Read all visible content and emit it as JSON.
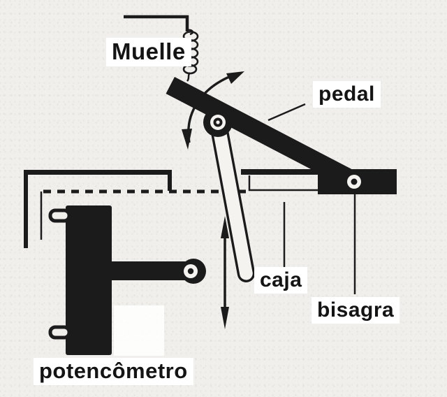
{
  "diagram": {
    "name": "pedal-potentiometer-mechanism",
    "labels": {
      "muelle": "Muelle",
      "pedal": "pedal",
      "caja": "caja",
      "bisagra": "bisagra",
      "potenciometro": "potencômetro"
    },
    "colors": {
      "ink": "#1b1b1b",
      "paper": "#f1efeb",
      "label_bg": "#ffffff"
    }
  }
}
